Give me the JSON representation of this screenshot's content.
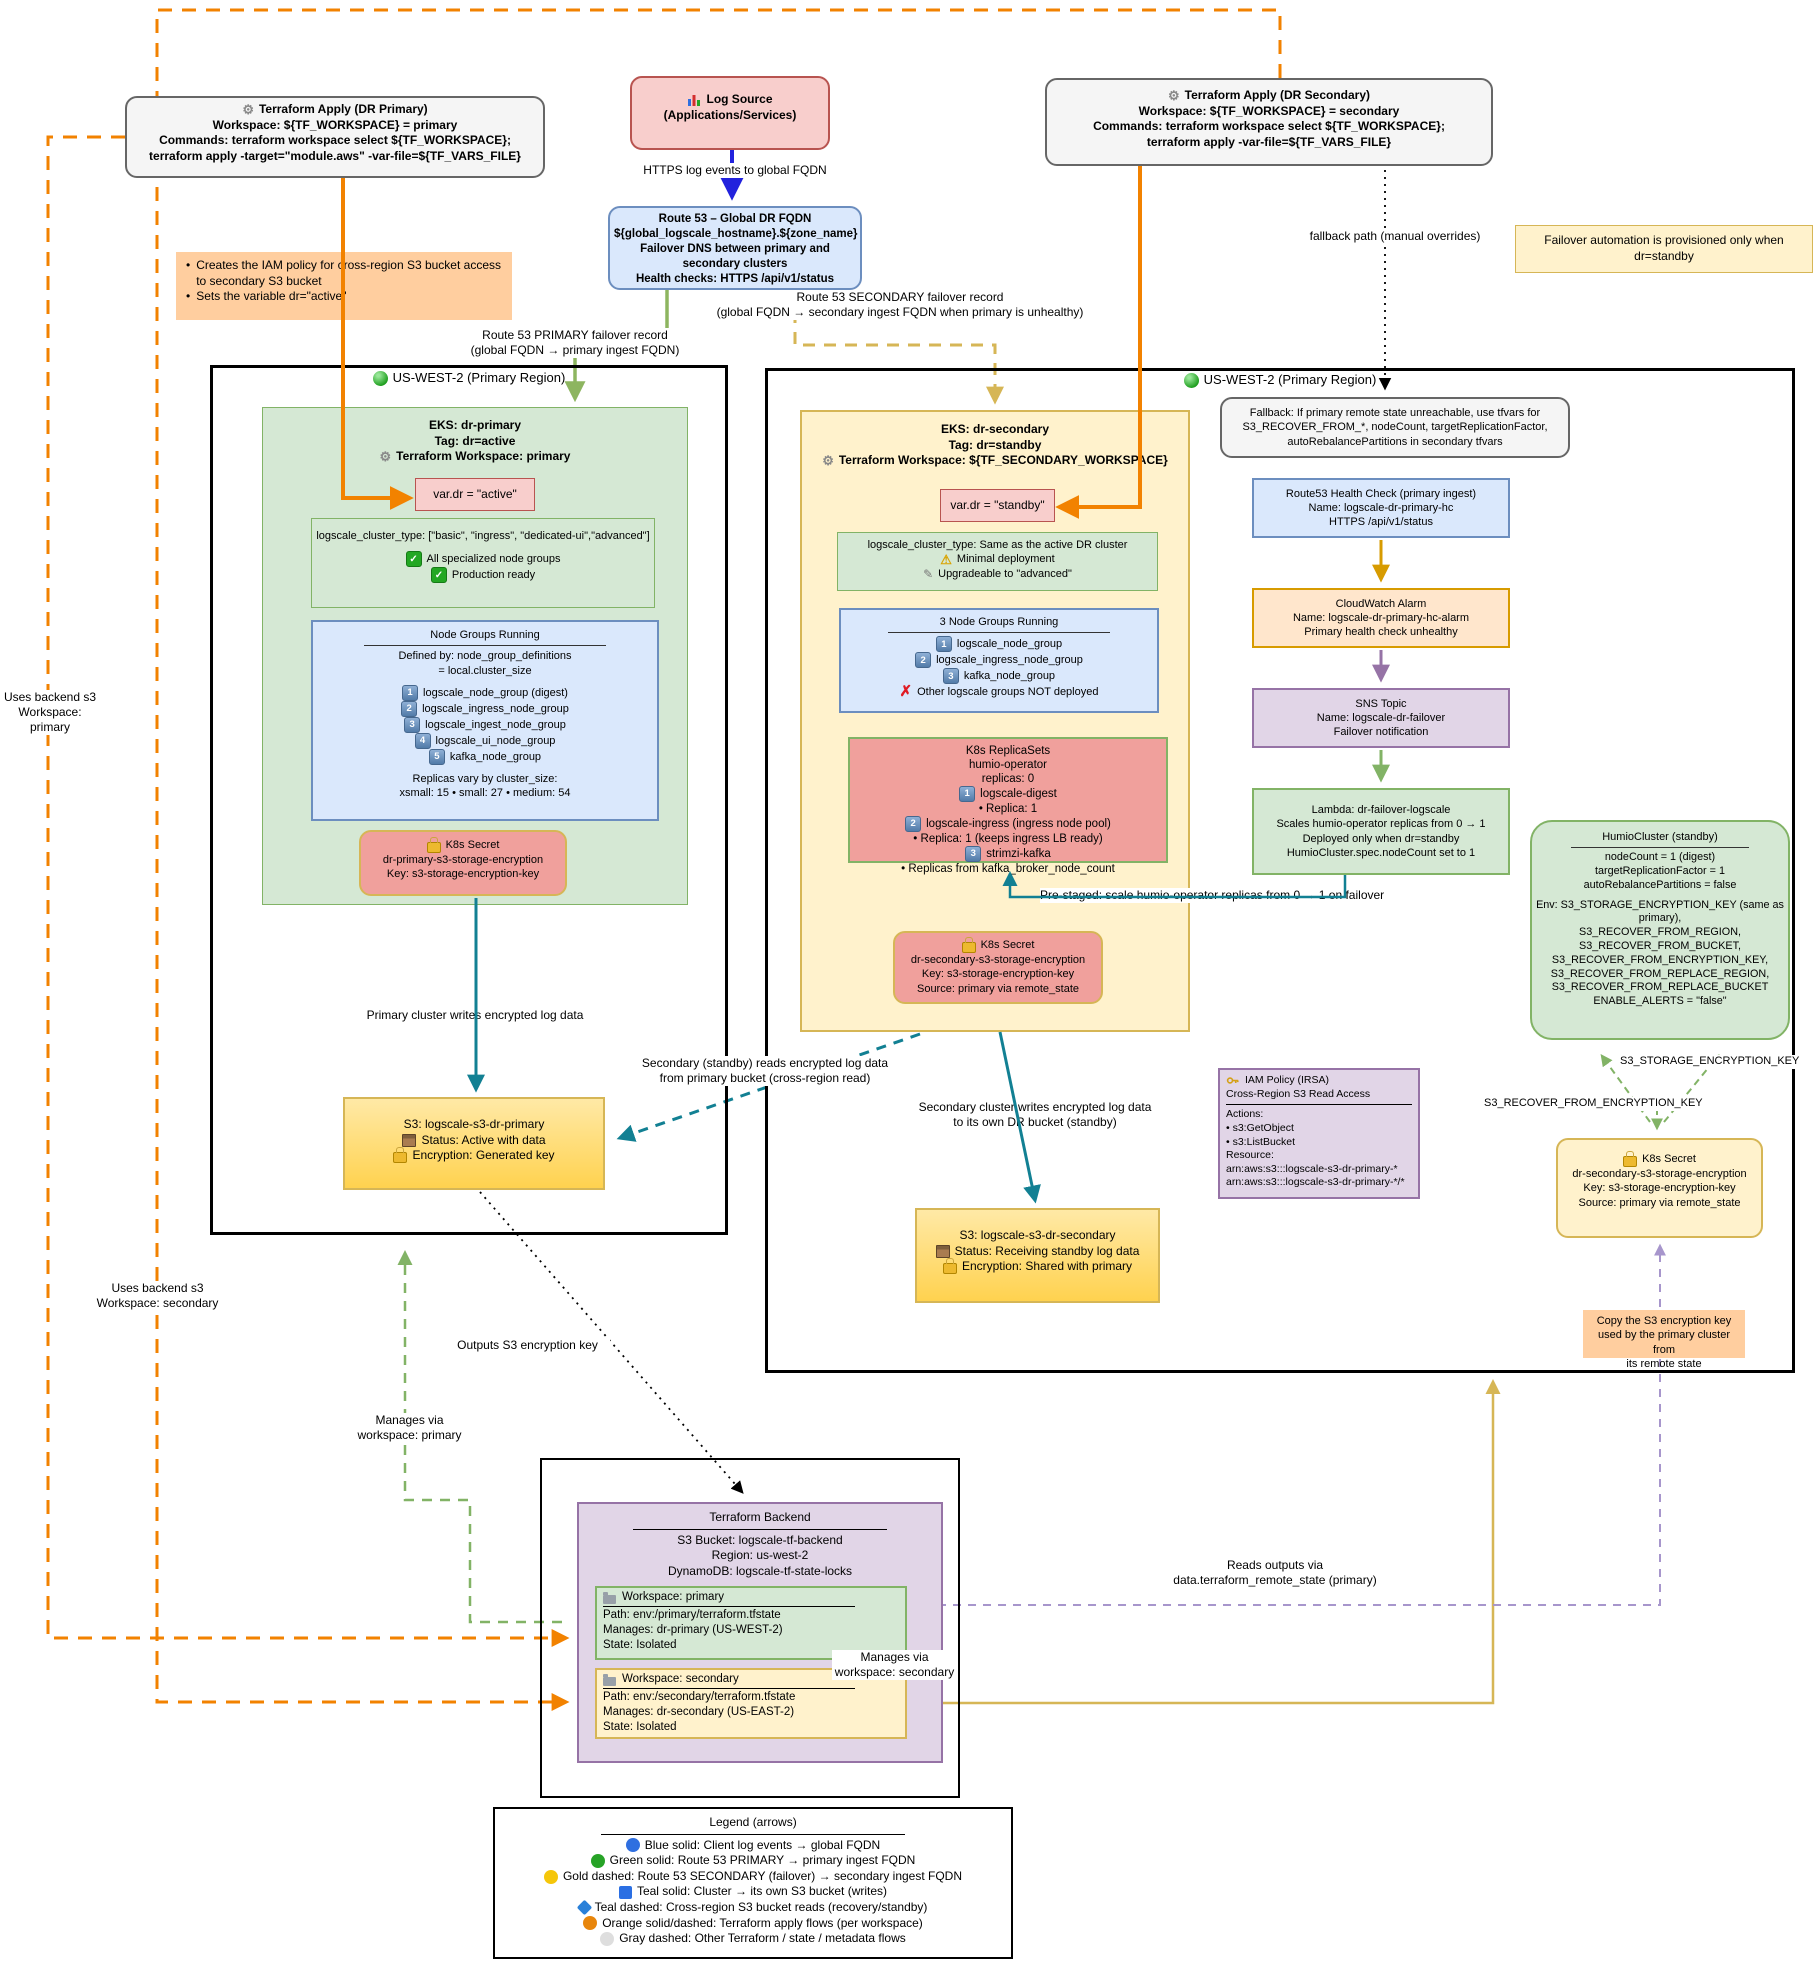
{
  "top": {
    "tf_primary": {
      "title": "Terraform Apply (DR Primary)",
      "lines": "Workspace: ${TF_WORKSPACE} = primary\nCommands: terraform workspace select ${TF_WORKSPACE};\nterraform apply -target=\"module.aws\" -var-file=${TF_VARS_FILE}"
    },
    "log_source": {
      "title": "Log Source",
      "subtitle": "(Applications/Services)"
    },
    "route53": {
      "lines": "Route 53 – Global DR FQDN\n${global_logscale_hostname}.${zone_name}\nFailover DNS between primary and secondary clusters\nHealth checks: HTTPS /api/v1/status"
    },
    "tf_secondary": {
      "title": "Terraform Apply (DR Secondary)",
      "lines": "Workspace: ${TF_WORKSPACE} = secondary\nCommands: terraform workspace select ${TF_WORKSPACE};\nterraform apply -var-file=${TF_VARS_FILE}"
    },
    "automation_note": "Failover automation is provisioned only when dr=standby",
    "apply_note": {
      "bullet1": "Creates the IAM policy for cross-region S3 bucket access to secondary S3 bucket",
      "bullet2": "Sets the variable dr=\"active\""
    },
    "label_https": "HTTPS log events to global FQDN",
    "label_primary_record": "Route 53 PRIMARY failover record\n(global FQDN → primary ingest FQDN)",
    "label_secondary_record": "Route 53 SECONDARY failover record\n(global FQDN → secondary ingest FQDN when primary is unhealthy)",
    "label_fallback_path": "fallback path (manual overrides)"
  },
  "primary_region": {
    "title": "US-WEST-2 (Primary Region)",
    "eks": {
      "line1": "EKS: dr-primary",
      "line2": "Tag: dr=active",
      "workspace": "Terraform Workspace: primary"
    },
    "var_dr": "var.dr = \"active\"",
    "cluster_type": {
      "line": "logscale_cluster_type: [\"basic\", \"ingress\", \"dedicated-ui\",\"advanced\"]",
      "check1": "All specialized node groups",
      "check2": "Production ready"
    },
    "node_groups": {
      "title": "Node Groups Running",
      "defined": "Defined by: node_group_definitions\n= local.cluster_size",
      "items": [
        {
          "num": "1",
          "label": "logscale_node_group (digest)"
        },
        {
          "num": "2",
          "label": "logscale_ingress_node_group"
        },
        {
          "num": "3",
          "label": "logscale_ingest_node_group"
        },
        {
          "num": "4",
          "label": "logscale_ui_node_group"
        },
        {
          "num": "5",
          "label": "kafka_node_group"
        }
      ],
      "replicas": "Replicas vary by cluster_size:\nxsmall: 15 • small: 27 • medium: 54"
    },
    "secret": {
      "title": "K8s Secret",
      "lines": "dr-primary-s3-storage-encryption\nKey: s3-storage-encryption-key"
    },
    "write_label": "Primary cluster writes encrypted log data",
    "s3": {
      "title": "S3: logscale-s3-dr-primary",
      "status": "Status: Active with data",
      "encryption": "Encryption: Generated key"
    }
  },
  "secondary_region": {
    "title": "US-WEST-2 (Primary Region)",
    "fallback_note": "Fallback: If primary remote state unreachable, use tfvars for S3_RECOVER_FROM_*, nodeCount, targetReplicationFactor, autoRebalancePartitions  in secondary tfvars",
    "eks": {
      "line1": "EKS: dr-secondary",
      "line2": "Tag: dr=standby",
      "workspace": "Terraform Workspace: ${TF_SECONDARY_WORKSPACE}"
    },
    "var_dr": "var.dr = \"standby\"",
    "cluster_type": {
      "line": "logscale_cluster_type: Same as the active DR cluster",
      "warn": "Minimal deployment",
      "upgrade": "Upgradeable to \"advanced\""
    },
    "node_groups": {
      "title": "3 Node Groups Running",
      "items": [
        {
          "num": "1",
          "label": "logscale_node_group"
        },
        {
          "num": "2",
          "label": "logscale_ingress_node_group"
        },
        {
          "num": "3",
          "label": "kafka_node_group"
        }
      ],
      "not_deployed": "Other logscale groups NOT deployed"
    },
    "replicasets": {
      "header": "K8s ReplicaSets\nhumio-operator\nreplicas: 0",
      "item1": "logscale-digest",
      "item1b": "• Replica: 1",
      "item2": "logscale-ingress (ingress node pool)",
      "item2b": "• Replica: 1 (keeps ingress LB ready)",
      "item3": "strimzi-kafka",
      "item3b": "• Replicas from kafka_broker_node_count"
    },
    "secret": {
      "title": "K8s Secret",
      "lines": "dr-secondary-s3-storage-encryption\nKey: s3-storage-encryption-key\nSource: primary via remote_state"
    },
    "prestaged_label": "Pre-staged: scale humio-operator replicas from 0 → 1 on failover",
    "health_check": "Route53 Health Check (primary ingest)\nName: logscale-dr-primary-hc\nHTTPS /api/v1/status",
    "cloudwatch": "CloudWatch Alarm\nName: logscale-dr-primary-hc-alarm\nPrimary health check unhealthy",
    "sns": "SNS Topic\nName: logscale-dr-failover\nFailover notification",
    "lambda": "Lambda: dr-failover-logscale\nScales humio-operator replicas from 0 → 1\nDeployed only when dr=standby\nHumioCluster.spec.nodeCount set to 1",
    "humio": {
      "title": "HumioCluster (standby)",
      "params": "nodeCount = 1 (digest)\ntargetReplicationFactor = 1\nautoRebalancePartitions  = false",
      "env": "Env: S3_STORAGE_ENCRYPTION_KEY (same as primary),\nS3_RECOVER_FROM_REGION,\nS3_RECOVER_FROM_BUCKET,\nS3_RECOVER_FROM_ENCRYPTION_KEY,\nS3_RECOVER_FROM_REPLACE_REGION,\nS3_RECOVER_FROM_REPLACE_BUCKET\nENABLE_ALERTS = \"false\""
    },
    "label_storage_key": "S3_STORAGE_ENCRYPTION_KEY",
    "label_recover_key": "S3_RECOVER_FROM_ENCRYPTION_KEY",
    "secret_copy": {
      "title": "K8s Secret",
      "lines": "dr-secondary-s3-storage-encryption\nKey: s3-storage-encryption-key\nSource: primary via remote_state"
    },
    "copy_note": "Copy the S3 encryption key\nused by the primary cluster from\nits remote state",
    "write_label": "Secondary cluster writes encrypted log data\nto its own DR bucket (standby)",
    "cross_read_label": "Secondary (standby) reads encrypted log data\nfrom primary bucket (cross-region read)",
    "s3": {
      "title": "S3: logscale-s3-dr-secondary",
      "status": "Status: Receiving standby log data",
      "encryption": "Encryption: Shared with primary"
    },
    "iam": {
      "title": "IAM Policy (IRSA)",
      "subtitle": "Cross-Region S3 Read Access",
      "body": "Actions:\n• s3:GetObject\n• s3:ListBucket\nResource:\narn:aws:s3:::logscale-s3-dr-primary-*\narn:aws:s3:::logscale-s3-dr-primary-*/*"
    }
  },
  "backend": {
    "title": "Terraform Backend",
    "lines": "S3 Bucket: logscale-tf-backend\nRegion: us-west-2\nDynamoDB: logscale-tf-state-locks",
    "ws_primary": {
      "header": "Workspace: primary",
      "body": "Path: env:/primary/terraform.tfstate\nManages: dr-primary (US-WEST-2)\nState: Isolated"
    },
    "ws_secondary": {
      "header": "Workspace: secondary",
      "body": "Path: env:/secondary/terraform.tfstate\nManages: dr-secondary (US-EAST-2)\nState: Isolated"
    }
  },
  "flow_labels": {
    "uses_backend_primary": "Uses backend s3\nWorkspace: primary",
    "uses_backend_secondary": "Uses backend s3\nWorkspace: secondary",
    "outputs_key": "Outputs S3 encryption key",
    "manages_primary": "Manages via\nworkspace: primary",
    "manages_secondary": "Manages via\nworkspace: secondary",
    "reads_outputs": "Reads outputs via\ndata.terraform_remote_state (primary)"
  },
  "legend": {
    "title": "Legend (arrows)",
    "items": [
      {
        "shape": "circle",
        "color": "#2f6fe0",
        "text": "Blue solid: Client log events → global FQDN"
      },
      {
        "shape": "circle",
        "color": "#27a327",
        "text": "Green solid: Route 53 PRIMARY → primary ingest FQDN"
      },
      {
        "shape": "circle",
        "color": "#f5c60a",
        "text": "Gold dashed: Route 53 SECONDARY (failover) → secondary ingest FQDN"
      },
      {
        "shape": "square",
        "color": "#2b6fe3",
        "text": "Teal solid: Cluster → its own S3 bucket (writes)"
      },
      {
        "shape": "diamond",
        "color": "#2980d9",
        "text": "Teal dashed: Cross-region S3 bucket reads (recovery/standby)"
      },
      {
        "shape": "circle",
        "color": "#e8860c",
        "text": "Orange solid/dashed: Terraform apply flows (per workspace)"
      },
      {
        "shape": "circle",
        "color": "#dedede",
        "text": "Gray dashed: Other Terraform / state / metadata flows"
      }
    ]
  }
}
